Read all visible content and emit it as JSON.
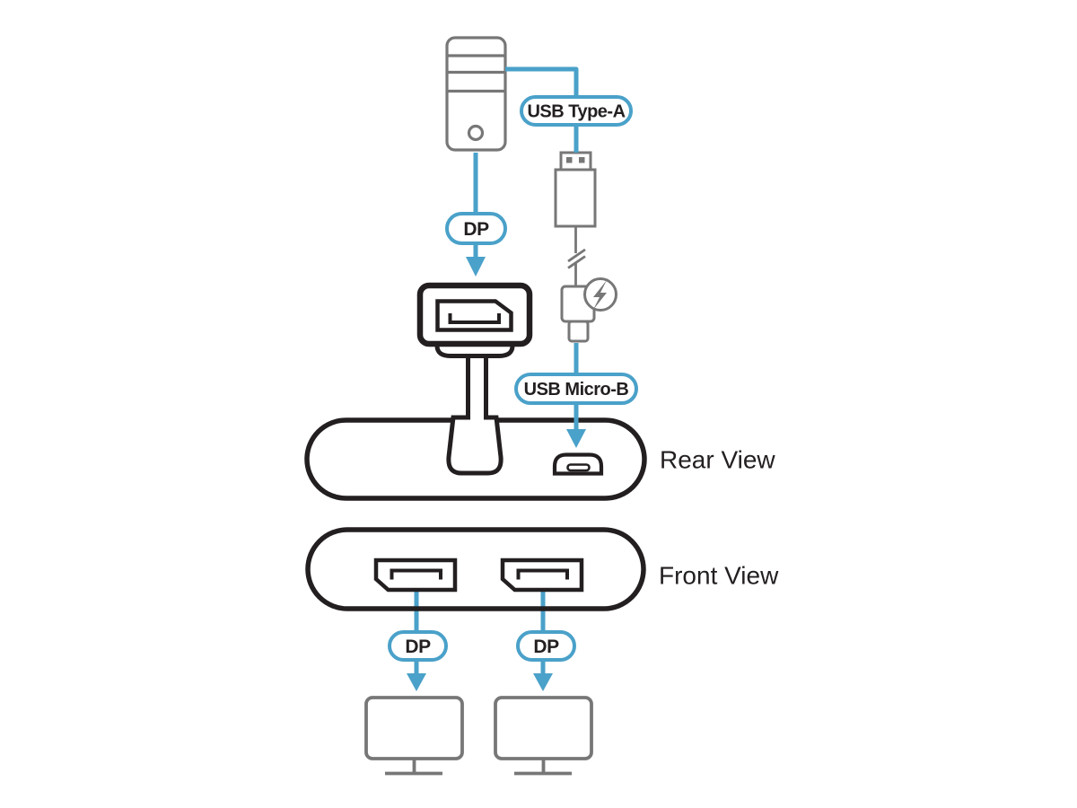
{
  "labels": {
    "usb_type_a": "USB Type-A",
    "dp_source": "DP",
    "usb_micro_b": "USB Micro-B",
    "rear_view": "Rear View",
    "front_view": "Front View",
    "dp_output_left": "DP",
    "dp_output_right": "DP"
  },
  "colors": {
    "accent_blue": "#4AA1C9",
    "outline_black": "#231F20",
    "peripheral_gray": "#777777",
    "text_dark": "#231F20",
    "pill_fill": "#FFFFFF",
    "background": "#FFFFFF"
  },
  "icons": {
    "computer_tower": "desktop-pc-tower-icon",
    "usb_type_a_plug": "usb-a-connector-icon",
    "cable_break": "cable-break-slashes-icon",
    "power_bolt": "lightning-bolt-circle-icon",
    "usb_micro_b_plug": "micro-usb-connector-icon",
    "dp_plug": "displayport-connector-icon",
    "micro_usb_port": "micro-usb-port-icon",
    "dp_port": "displayport-port-icon",
    "monitor": "display-monitor-icon"
  }
}
